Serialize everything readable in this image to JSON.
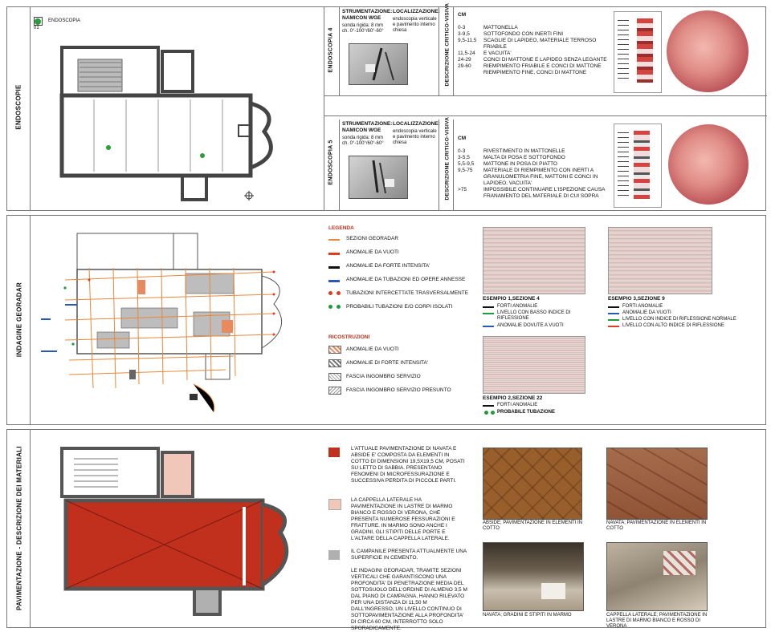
{
  "sections": {
    "endoscope": "ENDOSCOPIE",
    "georadar": "INDAGINE GEORADAR",
    "pavement": "PAVIMENTAZIONE - DESCRIZIONE DEI MATERIALI"
  },
  "plan_legend": {
    "number": "01",
    "label": "ENDOSCOPIA"
  },
  "endo": [
    {
      "title": "ENDOSCOPIA 4",
      "instr_head": "STRUMENTAZIONE: NAMICON WGE",
      "instr_body": "sonda rigida: 8 mm ch. 0°-100°/60°-60°",
      "loc_head": "LOCALIZZAZIONE:",
      "loc_body": "endoscopia verticale e pavimento interno chiesa",
      "desc_head": "DESCRIZIONE CRITICO-VISIVA",
      "cm": "CM",
      "depths": [
        "0-3",
        "3-9,5",
        "9,5-11,5",
        "",
        "11,5-24",
        "24-29",
        "29-60"
      ],
      "layers": [
        "MATTONELLA",
        "SOTTOFONDO CON INERTI FINI",
        "SCAGLIE DI LAPIDEO, MATERIALE TERROSO FRIABILE",
        "E VACUITA'",
        "CONCI DI MATTONE E LAPIDEO SENZA LEGANTE",
        "RIEMPIMENTO FRIABILE E CONCI DI MATTONE",
        "RIEMPIMENTO FINE, CONCI DI MATTONE"
      ]
    },
    {
      "title": "ENDOSCOPIA 5",
      "instr_head": "STRUMENTAZIONE: NAMICON WGE",
      "instr_body": "sonda rigida: 8 mm ch. 0°-100°/60°-60°",
      "loc_head": "LOCALIZZAZIONE:",
      "loc_body": "endoscopia verticale e pavimento interno chiesa",
      "desc_head": "DESCRIZIONE CRITICO-VISIVA",
      "cm": "CM",
      "depths": [
        "0-3",
        "3-5,5",
        "5,5-9,5",
        "9,5-75",
        "",
        "",
        ">75"
      ],
      "layers": [
        "RIVESTIMENTO IN MATTONELLE",
        "MALTA DI POSA E SOTTOFONDO",
        "MATTONE IN POSA DI PIATTO",
        "MATERIALE DI RIEMPIMENTO CON INERTI A",
        "GRANULOMETRIA FINE, MATTONI E CONCI IN",
        "LAPIDEO, VACUITA'",
        "IMPOSSIBILE CONTINUARE L'ISPEZIONE CAUSA",
        "FRANAMENTO DEL MATERIALE DI CUI SOPRA"
      ]
    }
  ],
  "georadar_legend": {
    "title": "LEGENDA",
    "items": [
      {
        "label": "SEZIONI GEORADAR",
        "color": "#e8883a"
      },
      {
        "label": "ANOMALIE DA VUOTI",
        "color": "#e03c1e"
      },
      {
        "label": "ANOMALIE DA FORTE INTENSITA'",
        "color": "#111111"
      },
      {
        "label": "ANOMALIE DA TUBAZIONI ED OPERE ANNESSE",
        "color": "#2a58b8"
      },
      {
        "label": "TUBAZIONI INTERCETTATE TRASVERSALMENTE",
        "color": "#e03c1e"
      },
      {
        "label": "PROBABILI TUBAZIONI E/O CORPI ISOLATI",
        "color": "#1f9c3a"
      }
    ],
    "recon_title": "RICOSTRUZIONI",
    "recon": [
      {
        "label": "ANOMALIE DA VUOTI"
      },
      {
        "label": "ANOMALIE DI FORTE INTENSITA'"
      },
      {
        "label": "FASCIA INGOMBRO SERVIZIO"
      },
      {
        "label": "FASCIA INGOMBRO SERVIZIO PRESUNTO"
      }
    ]
  },
  "radar_examples": [
    {
      "title": "ESEMPIO 1,SEZIONE 4",
      "lines": [
        {
          "label": "FORTI ANOMALIE",
          "color": "#111111"
        },
        {
          "label": "LIVELLO CON BASSO INDICE DI RIFLESSIONE",
          "color": "#1f9c3a"
        },
        {
          "label": "ANOMALIE DOVUTE A VUOTI",
          "color": "#2a58b8"
        }
      ]
    },
    {
      "title": "ESEMPIO 3,SEZIONE 9",
      "lines": [
        {
          "label": "FORTI ANOMALIE",
          "color": "#111111"
        },
        {
          "label": "ANOMALIE DA VUOTI",
          "color": "#2a58b8"
        },
        {
          "label": "LIVELLO CON INDICE DI RIFLESSIONE NORMALE",
          "color": "#1f9c3a"
        },
        {
          "label": "LIVELLO CON ALTO INDICE DI RIFLESSIONE",
          "color": "#e03c1e"
        }
      ]
    },
    {
      "title": "ESEMPIO 2,SEZIONE 22",
      "lines": [
        {
          "label": "FORTI ANOMALIE",
          "color": "#111111"
        },
        {
          "label": "PROBABILE TUBAZIONE",
          "color": "#1f9c3a"
        }
      ]
    }
  ],
  "materials": [
    {
      "color": "#c0301c",
      "text": "L'ATTUALE PAVIMENTAZIONE DI NAVATA E ABSIDE E' COMPOSTA DA ELEMENTI IN COTTO DI DIMENSIONI 19,5X19,5 CM, POSATI SU LETTO DI SABBIA. PRESENTANO FENOMENI DI MICROFESSURAZIONE E SUCCESSIVA PERDITA DI PICCOLE PARTI."
    },
    {
      "color": "#f0c7b8",
      "text": "LA CAPPELLA LATERALE HA PAVIMENTAZIONE IN LASTRE DI MARMO BIANCO E ROSSO DI VERONA, CHE PRESENTA NUMEROSE FESSURAZIONI E FRATTURE. IN MARMO SONO ANCHE I GRADINI, GLI STIPITI DELLE PORTE E L'ALTARE DELLA CAPPELLA LATERALE."
    },
    {
      "color": "#b0b0b0",
      "text": "IL CAMPANILE PRESENTA ATTUALMENTE UNA SUPERFICIE IN CEMENTO."
    }
  ],
  "materials_note": "LE INDAGINI GEORADAR, TRAMITE SEZIONI VERTICALI CHE GARANTISCONO UNA PROFONDITA' DI PENETRAZIONE MEDIA DEL SOTTOSUOLO DELL'ORDINE DI ALMENO 3,5 M DAL PIANO DI CAMPAGNA, HANNO RILEVATO PER UNA DISTANZA DI 11,50 M DALL'INGRESSO, UN LIVELLO CONTINUO DI SOTTOPAVIMENTAZIONE ALLA PROFONDITA' DI CIRCA 60 CM, INTERROTTO SOLO SPORADICAMENTE.",
  "photo_captions": [
    "ABSIDE; PAVIMENTAZIONE IN ELEMENTI IN COTTO",
    "NAVATA; PAVIMENTAZIONE IN ELEMENTI IN COTTO",
    "NAVATA; GRADINI E STIPITI IN MARMO",
    "CAPPELLA LATERALE; PAVIMENTAZIONE IN LASTRE DI MARMO BIANCO E ROSSO DI VERONA"
  ]
}
